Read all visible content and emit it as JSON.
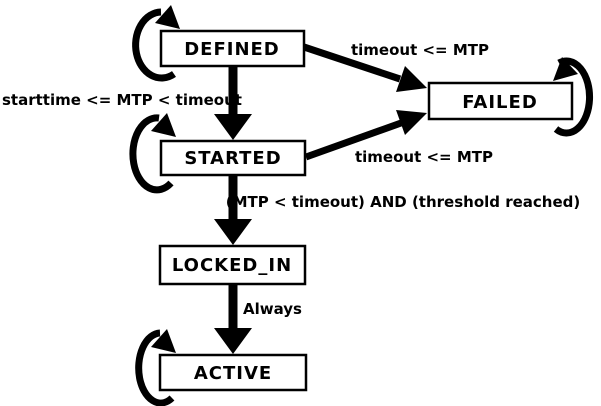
{
  "diagram": {
    "type": "state-machine",
    "background_color": "#ffffff",
    "line_color": "#000000",
    "box_fill_color": "#ffffff",
    "states": {
      "defined": "DEFINED",
      "failed": "FAILED",
      "started": "STARTED",
      "locked_in": "LOCKED_IN",
      "active": "ACTIVE"
    },
    "labels": {
      "defined_failed": "timeout <= MTP",
      "defined_started": "starttime <= MTP < timeout",
      "started_failed": "timeout <= MTP",
      "started_locked_in": "(MTP < timeout) AND (threshold reached)",
      "locked_in_active": "Always"
    },
    "self_loop_states": [
      "DEFINED",
      "FAILED",
      "STARTED",
      "ACTIVE"
    ]
  }
}
